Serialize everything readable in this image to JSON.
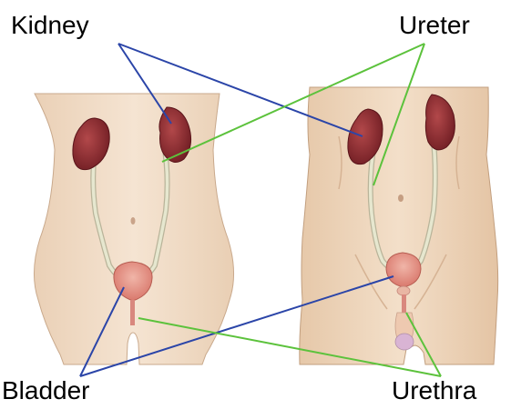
{
  "labels": {
    "kidney": "Kidney",
    "ureter": "Ureter",
    "bladder": "Bladder",
    "urethra": "Urethra"
  },
  "colors": {
    "kidney_pointer": "#2b45a8",
    "bladder_pointer": "#2b45a8",
    "ureter_pointer": "#5cc23c",
    "urethra_pointer": "#5cc23c",
    "skin": "#f1dcc6",
    "kidney": "#8e2a2f",
    "bladder": "#e79a8f",
    "ureter": "#dfe1c4"
  },
  "figures": [
    "female-torso",
    "male-torso"
  ]
}
